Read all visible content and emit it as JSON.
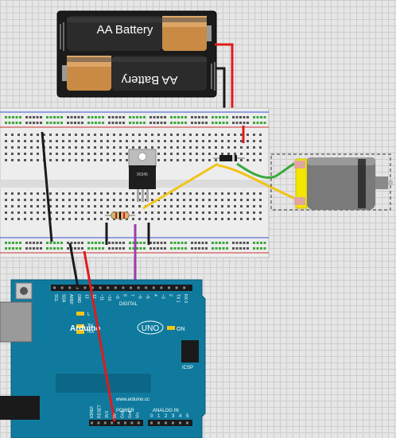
{
  "battery": {
    "cell_top_label": "AA Battery",
    "cell_bottom_label": "AA Battery"
  },
  "regulator": {
    "part_text": "90345"
  },
  "arduino": {
    "brand": "Arduino",
    "model": "UNO",
    "on_label": "ON",
    "icsp_label": "ICSP",
    "url": "www.arduino.cc",
    "digital_label": "DIGITAL",
    "power_label": "POWER",
    "analog_label": "ANALOG IN",
    "tx_label": "TX",
    "rx_label": "RX",
    "l_label": "L",
    "header_top_labels": [
      "SCL",
      "SDA",
      "AREF",
      "GND",
      "13",
      "12",
      "~11",
      "~10",
      "~9",
      "8",
      "7",
      "~6",
      "~5",
      "4",
      "~3",
      "2",
      "TX 1",
      "RX 0"
    ],
    "power_pins": [
      "IOREF",
      "RESET",
      "3V3",
      "5V",
      "Gnd",
      "Gnd",
      "Vin"
    ],
    "analog_pins": [
      "0",
      "1",
      "2",
      "3",
      "4",
      "5"
    ]
  },
  "colors": {
    "wire_red": "#e01b1b",
    "wire_black": "#1a1a1a",
    "wire_green": "#3aa83a",
    "wire_yellow": "#f0c419",
    "wire_purple": "#9b3fa8",
    "board_teal": "#0f7a9e",
    "motor_yellow": "#f2e600"
  }
}
